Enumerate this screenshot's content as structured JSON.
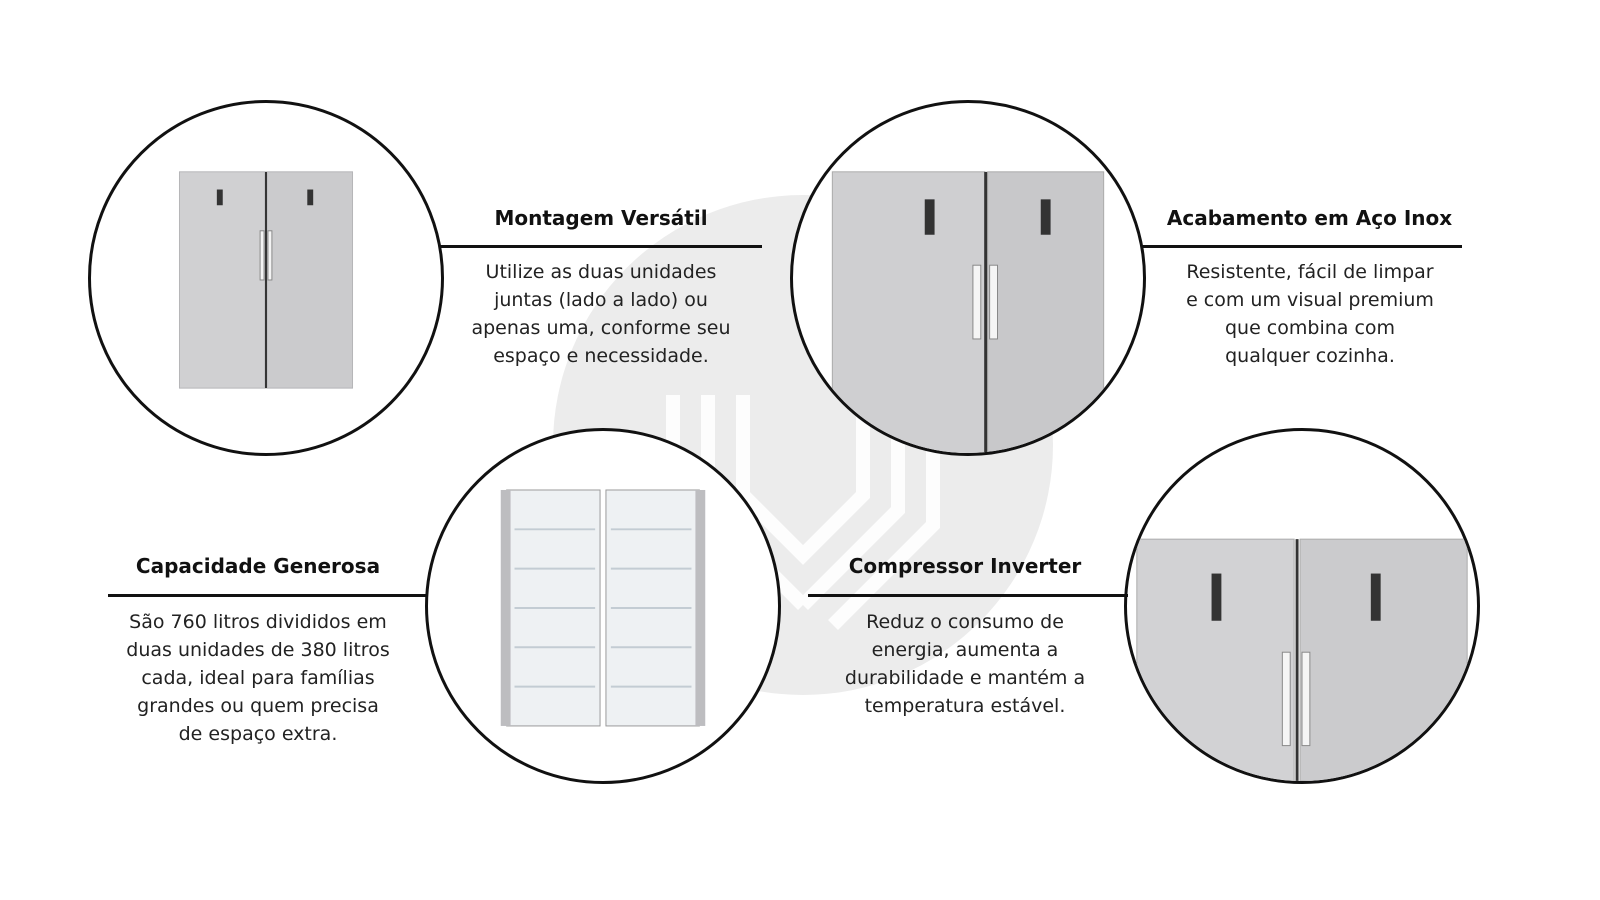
{
  "features": [
    {
      "title": "Montagem Versátil",
      "lines": [
        "Utilize as duas unidades",
        "juntas (lado a lado) ou",
        "apenas uma, conforme seu",
        "espaço e necessidade."
      ],
      "image_icon": "side-by-side-fridge-icon"
    },
    {
      "title": "Acabamento em Aço Inox",
      "lines": [
        "Resistente, fácil de limpar",
        "e com um visual premium",
        "que combina com",
        "qualquer cozinha."
      ],
      "image_icon": "fridge-closeup-icon"
    },
    {
      "title": "Capacidade Generosa",
      "lines": [
        "São 760 litros divididos em",
        "duas unidades de 380 litros",
        "cada, ideal para famílias",
        "grandes ou quem precisa",
        "de espaço extra."
      ],
      "image_icon": "open-fridge-icon"
    },
    {
      "title": "Compressor Inverter",
      "lines": [
        "Reduz o consumo de",
        "energia, aumenta a",
        "durabilidade e mantém a",
        "temperatura estável."
      ],
      "image_icon": "fridge-door-closeup-icon"
    }
  ],
  "colors": {
    "line": "#111111",
    "steel": "#c9c9cb",
    "background_disc": "#ececec"
  }
}
